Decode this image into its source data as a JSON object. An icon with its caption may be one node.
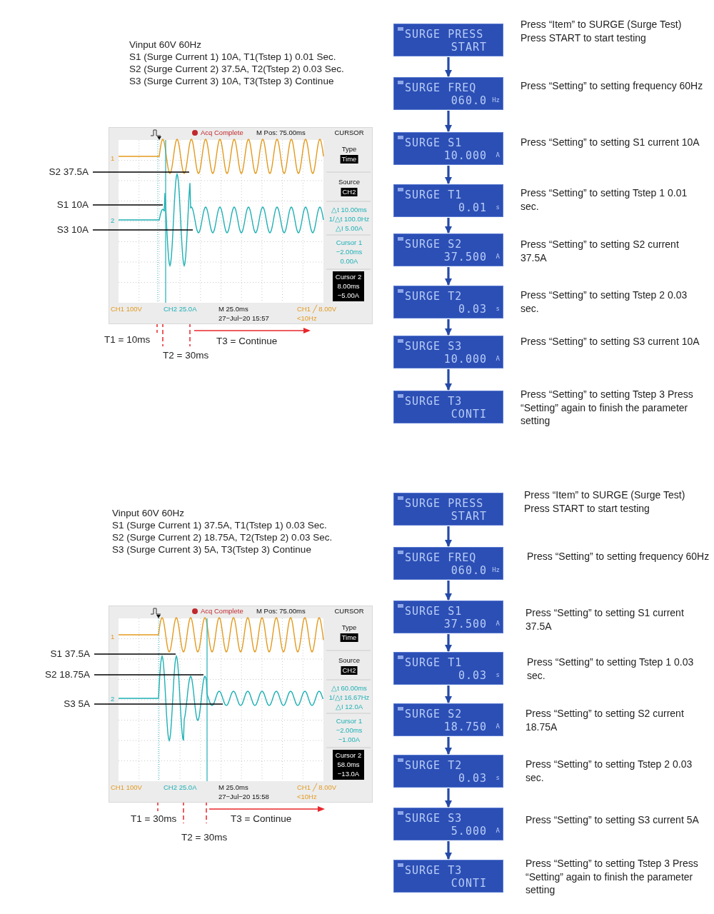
{
  "diagram": {
    "nodes": [
      {
        "text": [
          "Acq Complete",
          "M Pos: 75.00ms",
          "CURSOR",
          "Type",
          "Time",
          "Source",
          "CH2",
          "△t 10.00ms",
          "1/△t 100.0Hz",
          "△I 5.00A",
          "Cursor 1",
          "−2.00ms",
          "0.00A",
          "Cursor 2",
          "8.00ms",
          "−5.00A",
          "1",
          "2",
          "CH1  100V",
          "CH2  25.0A",
          "M 25.0ms",
          "27−Jul−20 15:57",
          "CH1 ╱ 8.00V",
          "<10Hz"
        ]
      },
      {
        "text": [
          "S2 37.5A"
        ]
      },
      {
        "text": [
          "S1 10A"
        ]
      },
      {
        "text": [
          "S3 10A"
        ]
      },
      {
        "text": [
          "SURGE PRESS",
          "START"
        ],
        "beside": [
          "Press “Item” to SURGE (Surge Test) Press START to start testing"
        ]
      },
      {
        "text": [
          "SURGE FREQ",
          "060.0",
          "Hz"
        ],
        "beside": [
          "Press “Setting” to setting frequency 60Hz"
        ]
      },
      {
        "text": [
          "SURGE S1",
          "10.000",
          "A"
        ],
        "beside": [
          "Press “Setting” to setting S1 current 10A"
        ]
      },
      {
        "text": [
          "SURGE T1",
          "0.01",
          "s"
        ],
        "beside": [
          "Press “Setting” to setting Tstep 1 0.01 sec."
        ]
      },
      {
        "text": [
          "SURGE S2",
          "37.500",
          "A"
        ],
        "beside": [
          "Press “Setting” to setting S2 current 37.5A"
        ]
      },
      {
        "text": [
          "SURGE T2",
          "0.03",
          "s"
        ],
        "beside": [
          "Press “Setting” to setting Tstep 2 0.03 sec."
        ]
      },
      {
        "text": [
          "SURGE S3",
          "10.000",
          "A"
        ],
        "beside": [
          "Press “Setting” to setting S3 current 10A"
        ]
      },
      {
        "text": [
          "SURGE T3",
          "CONTI"
        ],
        "beside": [
          "Press “Setting” to setting Tstep 3 Press “Setting” again to finish the parameter setting"
        ]
      },
      {
        "text": [
          "Acq Complete",
          "M Pos: 75.00ms",
          "CURSOR",
          "Type",
          "Time",
          "Source",
          "CH2",
          "△t 60.00ms",
          "1/△t 16.67Hz",
          "△I 12.0A",
          "Cursor 1",
          "−2.00ms",
          "−1.00A",
          "Cursor 2",
          "58.0ms",
          "−13.0A",
          "1",
          "2",
          "CH1  100V",
          "CH2  25.0A",
          "M 25.0ms",
          "27−Jul−20 15:58",
          "CH1 ╱ 8.00V",
          "<10Hz"
        ]
      },
      {
        "text": [
          "S1 37.5A"
        ]
      },
      {
        "text": [
          "S2 18.75A"
        ]
      },
      {
        "text": [
          "S3 5A"
        ]
      },
      {
        "text": [
          "SURGE PRESS",
          "START"
        ],
        "beside": [
          "Press “Item” to SURGE (Surge Test) Press START to start testing"
        ]
      },
      {
        "text": [
          "SURGE FREQ",
          "060.0",
          "Hz"
        ],
        "beside": [
          "Press “Setting” to setting frequency 60Hz"
        ]
      },
      {
        "text": [
          "SURGE S1",
          "37.500",
          "A"
        ],
        "beside": [
          "Press “Setting” to setting S1 current 37.5A"
        ]
      },
      {
        "text": [
          "SURGE T1",
          "0.03",
          "s"
        ],
        "beside": [
          "Press “Setting” to setting Tstep 1 0.03 sec."
        ]
      },
      {
        "text": [
          "SURGE S2",
          "18.750",
          "A"
        ],
        "beside": [
          "Press “Setting” to setting S2 current 18.75A"
        ]
      },
      {
        "text": [
          "SURGE T2",
          "0.03",
          "s"
        ],
        "beside": [
          "Press “Setting” to setting Tstep 2 0.03 sec."
        ]
      },
      {
        "text": [
          "SURGE S3",
          "5.000",
          "A"
        ],
        "beside": [
          "Press “Setting” to setting S3 current 5A"
        ]
      },
      {
        "text": [
          "SURGE T3",
          "CONTI"
        ],
        "beside": [
          "Press “Setting” to setting Tstep 3 Press “Setting” again to finish the parameter setting"
        ]
      }
    ],
    "edges": [
      {
        "from": 1,
        "to": 0,
        "arrow": "none",
        "color": "#000000"
      },
      {
        "from": 2,
        "to": 0,
        "arrow": "none",
        "color": "#000000"
      },
      {
        "from": 3,
        "to": 0,
        "arrow": "none",
        "color": "#000000"
      },
      {
        "from": 4,
        "to": 5,
        "arrow": "to"
      },
      {
        "from": 5,
        "to": 6,
        "arrow": "to"
      },
      {
        "from": 6,
        "to": 7,
        "arrow": "to"
      },
      {
        "from": 7,
        "to": 8,
        "arrow": "to"
      },
      {
        "from": 8,
        "to": 9,
        "arrow": "to"
      },
      {
        "from": 9,
        "to": 10,
        "arrow": "to"
      },
      {
        "from": 10,
        "to": 11,
        "arrow": "to"
      },
      {
        "from": 13,
        "to": 12,
        "arrow": "none",
        "color": "#000000"
      },
      {
        "from": 14,
        "to": 12,
        "arrow": "none",
        "color": "#000000"
      },
      {
        "from": 15,
        "to": 12,
        "arrow": "none",
        "color": "#000000"
      },
      {
        "from": 16,
        "to": 17,
        "arrow": "to"
      },
      {
        "from": 17,
        "to": 18,
        "arrow": "to"
      },
      {
        "from": 18,
        "to": 19,
        "arrow": "to"
      },
      {
        "from": 19,
        "to": 20,
        "arrow": "to"
      },
      {
        "from": 20,
        "to": 21,
        "arrow": "to"
      },
      {
        "from": 21,
        "to": 22,
        "arrow": "to"
      },
      {
        "from": 22,
        "to": 23,
        "arrow": "to"
      }
    ],
    "labels": [
      "Vinput 60V 60Hz",
      "S1 (Surge Current 1) 10A, T1(Tstep 1) 0.01 Sec.",
      "S2 (Surge Current 2) 37.5A, T2(Tstep 2) 0.03 Sec.",
      "S3 (Surge Current 3) 10A, T3(Tstep 3) Continue",
      "T1 = 10ms",
      "T3 = Continue",
      "T2 = 30ms",
      "Vinput 60V 60Hz",
      "S1 (Surge Current 1) 37.5A, T1(Tstep 1) 0.03 Sec.",
      "S2 (Surge Current 2) 18.75A, T2(Tstep 2) 0.03 Sec.",
      "S3 (Surge Current 3) 5A, T3(Tstep 3) Continue",
      "T1 = 30ms",
      "T3 = Continue",
      "T2 = 30ms"
    ]
  }
}
